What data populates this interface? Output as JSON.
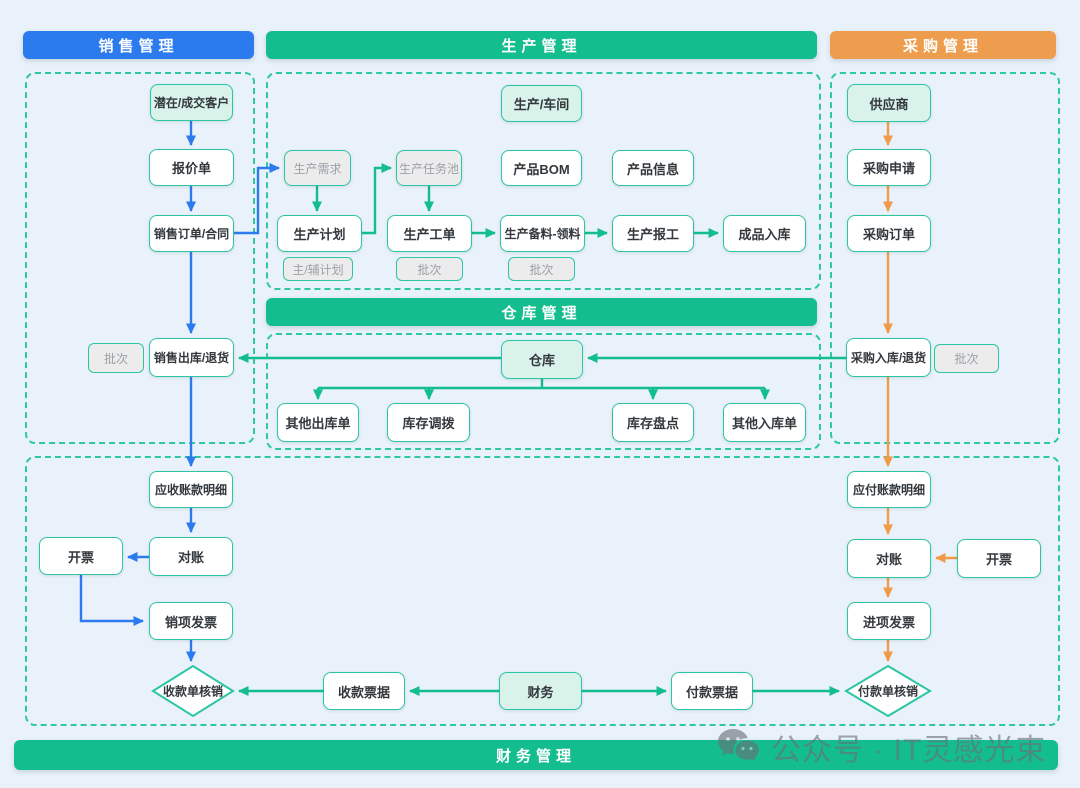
{
  "headers": {
    "sales": "销售管理",
    "production": "生产管理",
    "procurement": "采购管理",
    "warehouse": "仓库管理",
    "finance": "财务管理"
  },
  "colors": {
    "canvas_bg": "#e9f1fa",
    "sales_accent": "#2b7bef",
    "production_accent": "#14bd8e",
    "procurement_accent": "#ee9d4e",
    "node_border": "#2cc5a2",
    "container_border": "#2ec8a2",
    "highlight_fill": "#d9f2ea",
    "muted_fill": "#ececec",
    "muted_text": "#9ba1a8",
    "node_text": "#33383d",
    "watermark_color": "#6f7680"
  },
  "nodes": {
    "sales": {
      "customer": "潜在/成交客户",
      "quotation": "报价单",
      "sales_order": "销售订单/合同",
      "batch_tag": "批次",
      "sales_outbound": "销售出库/退货"
    },
    "production": {
      "workshop": "生产/车间",
      "demand": "生产需求",
      "task_pool": "生产任务池",
      "bom": "产品BOM",
      "product_info": "产品信息",
      "plan": "生产计划",
      "work_order": "生产工单",
      "material": "生产备料-领料",
      "report": "生产报工",
      "finished_inbound": "成品入库",
      "plan_tag": "主/辅计划",
      "work_order_tag": "批次",
      "material_tag": "批次"
    },
    "warehouse": {
      "warehouse": "仓库",
      "other_outbound": "其他出库单",
      "transfer": "库存调拨",
      "stocktake": "库存盘点",
      "other_inbound": "其他入库单"
    },
    "procurement": {
      "supplier": "供应商",
      "purchase_request": "采购申请",
      "purchase_order": "采购订单",
      "purchase_inbound": "采购入库/退货",
      "batch_tag": "批次"
    },
    "finance": {
      "receivable": "应收账款明细",
      "recon_left": "对账",
      "invoice_left": "开票",
      "sales_invoice": "销项发票",
      "receipt_writeoff": "收款单核销",
      "receipt_note": "收款票据",
      "finance_hub": "财务",
      "payment_note": "付款票据",
      "payment_writeoff": "付款单核销",
      "payable": "应付账款明细",
      "recon_right": "对账",
      "invoice_right": "开票",
      "purchase_invoice": "进项发票"
    }
  },
  "watermark": {
    "icon": "wechat-icon",
    "text": "公众号 · IT灵感光束"
  }
}
